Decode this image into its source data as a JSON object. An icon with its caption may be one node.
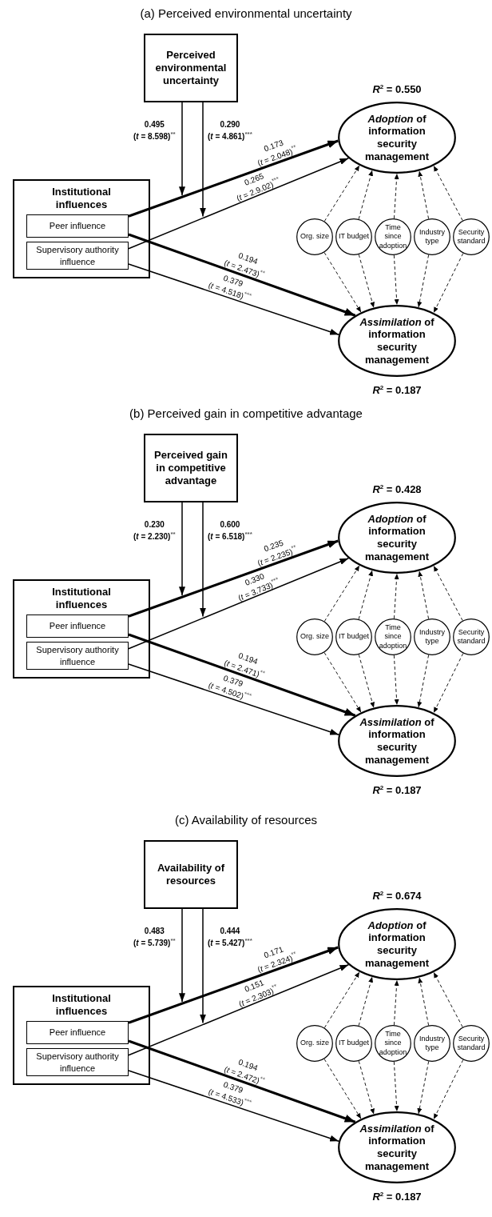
{
  "diagram": {
    "nodes": [
      {
        "text": [
          "Perceived environmental uncertainty"
        ]
      },
      {
        "text": [
          "Institutional influences"
        ]
      },
      {
        "text": [
          "Peer influence"
        ],
        "in": 1
      },
      {
        "text": [
          "Supervisory authority influence"
        ],
        "in": 1
      },
      {
        "text": [
          "*Adoption* of information security management"
        ],
        "beside": [
          "*R*$^{2}$ = 0.550"
        ]
      },
      {
        "text": [
          "Org. size"
        ]
      },
      {
        "text": [
          "IT budget"
        ]
      },
      {
        "text": [
          "Time since adoption"
        ]
      },
      {
        "text": [
          "Industry type"
        ]
      },
      {
        "text": [
          "Security standard"
        ]
      },
      {
        "text": [
          "*Assimilation* of information security management"
        ],
        "beside": [
          "*R*$^{2}$ = 0.187"
        ]
      },
      {
        "text": [
          "Perceived gain in competitive advantage"
        ]
      },
      {
        "text": [
          "Institutional influences"
        ]
      },
      {
        "text": [
          "Peer influence"
        ],
        "in": 12
      },
      {
        "text": [
          "Supervisory authority influence"
        ],
        "in": 12
      },
      {
        "text": [
          "*Adoption* of information security management"
        ],
        "beside": [
          "*R*$^{2}$ = 0.428"
        ]
      },
      {
        "text": [
          "Org. size"
        ]
      },
      {
        "text": [
          "IT budget"
        ]
      },
      {
        "text": [
          "Time since adoption"
        ]
      },
      {
        "text": [
          "Industry type"
        ]
      },
      {
        "text": [
          "Security standard"
        ]
      },
      {
        "text": [
          "*Assimilation* of information security management"
        ],
        "beside": [
          "*R*$^{2}$ = 0.187"
        ]
      },
      {
        "text": [
          "Availability of resources"
        ]
      },
      {
        "text": [
          "Institutional influences"
        ]
      },
      {
        "text": [
          "Peer influence"
        ],
        "in": 23
      },
      {
        "text": [
          "Supervisory authority influence"
        ],
        "in": 23
      },
      {
        "text": [
          "*Adoption* of information security management"
        ],
        "beside": [
          "*R*$^{2}$ = 0.674"
        ]
      },
      {
        "text": [
          "Org. size"
        ]
      },
      {
        "text": [
          "IT budget"
        ]
      },
      {
        "text": [
          "Time since adoption"
        ]
      },
      {
        "text": [
          "Industry type"
        ]
      },
      {
        "text": [
          "Security standard"
        ]
      },
      {
        "text": [
          "*Assimilation* of information security management"
        ],
        "beside": [
          "*R*$^{2}$ = 0.187"
        ]
      }
    ],
    "edges": [
      {
        "from": 0,
        "to": null,
        "arrow": "to",
        "label": "0.495 (*t* = 8.598)$^{**}$"
      },
      {
        "from": 0,
        "to": null,
        "arrow": "to",
        "label": "0.290 (*t* = 4.861)$^{***}$"
      },
      {
        "from": 2,
        "to": 4,
        "arrow": "to",
        "style": "thick",
        "label": "0.173 (*t* = 2.048)$^{**}$"
      },
      {
        "from": 3,
        "to": 4,
        "arrow": "to",
        "label": "0.265 (*t* = 2.9.02)$^{***}$"
      },
      {
        "from": 2,
        "to": 10,
        "arrow": "to",
        "style": "thick",
        "label": "0.194 (*t* = 2.473)$^{**}$"
      },
      {
        "from": 3,
        "to": 10,
        "arrow": "to",
        "label": "0.379 (*t* = 4.518)$^{***}$"
      },
      {
        "from": 5,
        "to": 4,
        "arrow": "to",
        "style": "dashed"
      },
      {
        "from": 6,
        "to": 4,
        "arrow": "to",
        "style": "dashed"
      },
      {
        "from": 7,
        "to": 4,
        "arrow": "to",
        "style": "dashed"
      },
      {
        "from": 8,
        "to": 4,
        "arrow": "to",
        "style": "dashed"
      },
      {
        "from": 9,
        "to": 4,
        "arrow": "to",
        "style": "dashed"
      },
      {
        "from": 5,
        "to": 10,
        "arrow": "to",
        "style": "dashed"
      },
      {
        "from": 6,
        "to": 10,
        "arrow": "to",
        "style": "dashed"
      },
      {
        "from": 7,
        "to": 10,
        "arrow": "to",
        "style": "dashed"
      },
      {
        "from": 8,
        "to": 10,
        "arrow": "to",
        "style": "dashed"
      },
      {
        "from": 9,
        "to": 10,
        "arrow": "to",
        "style": "dashed"
      },
      {
        "from": 11,
        "to": null,
        "arrow": "to",
        "label": "0.230 (*t* = 2.230)$^{**}$"
      },
      {
        "from": 11,
        "to": null,
        "arrow": "to",
        "label": "0.600 (*t* = 6.518)$^{***}$"
      },
      {
        "from": 13,
        "to": 15,
        "arrow": "to",
        "style": "thick",
        "label": "0.235 (*t* = 2.235)$^{**}$"
      },
      {
        "from": 14,
        "to": 15,
        "arrow": "to",
        "label": "0.330 (*t* = 3.733)$^{***}$"
      },
      {
        "from": 13,
        "to": 21,
        "arrow": "to",
        "style": "thick",
        "label": "0.194 (*t* = 2.471)$^{**}$"
      },
      {
        "from": 14,
        "to": 21,
        "arrow": "to",
        "label": "0.379 (*t* = 4.502)$^{***}$"
      },
      {
        "from": 16,
        "to": 15,
        "arrow": "to",
        "style": "dashed"
      },
      {
        "from": 17,
        "to": 15,
        "arrow": "to",
        "style": "dashed"
      },
      {
        "from": 18,
        "to": 15,
        "arrow": "to",
        "style": "dashed"
      },
      {
        "from": 19,
        "to": 15,
        "arrow": "to",
        "style": "dashed"
      },
      {
        "from": 20,
        "to": 15,
        "arrow": "to",
        "style": "dashed"
      },
      {
        "from": 16,
        "to": 21,
        "arrow": "to",
        "style": "dashed"
      },
      {
        "from": 17,
        "to": 21,
        "arrow": "to",
        "style": "dashed"
      },
      {
        "from": 18,
        "to": 21,
        "arrow": "to",
        "style": "dashed"
      },
      {
        "from": 19,
        "to": 21,
        "arrow": "to",
        "style": "dashed"
      },
      {
        "from": 20,
        "to": 21,
        "arrow": "to",
        "style": "dashed"
      },
      {
        "from": 22,
        "to": null,
        "arrow": "to",
        "label": "0.483 (*t* = 5.739)$^{**}$"
      },
      {
        "from": 22,
        "to": null,
        "arrow": "to",
        "label": "0.444 (*t* = 5.427)$^{***}$"
      },
      {
        "from": 24,
        "to": 26,
        "arrow": "to",
        "style": "thick",
        "label": "0.171 (*t* = 2.324)$^{**}$"
      },
      {
        "from": 25,
        "to": 26,
        "arrow": "to",
        "label": "0.151 (*t* = 2.303)$^{**}$"
      },
      {
        "from": 24,
        "to": 32,
        "arrow": "to",
        "style": "thick",
        "label": "0.194 (*t* = 2.472)$^{**}$"
      },
      {
        "from": 25,
        "to": 32,
        "arrow": "to",
        "label": "0.379 (*t* = 4.533)$^{***}$"
      },
      {
        "from": 27,
        "to": 26,
        "arrow": "to",
        "style": "dashed"
      },
      {
        "from": 28,
        "to": 26,
        "arrow": "to",
        "style": "dashed"
      },
      {
        "from": 29,
        "to": 26,
        "arrow": "to",
        "style": "dashed"
      },
      {
        "from": 30,
        "to": 26,
        "arrow": "to",
        "style": "dashed"
      },
      {
        "from": 31,
        "to": 26,
        "arrow": "to",
        "style": "dashed"
      },
      {
        "from": 27,
        "to": 32,
        "arrow": "to",
        "style": "dashed"
      },
      {
        "from": 28,
        "to": 32,
        "arrow": "to",
        "style": "dashed"
      },
      {
        "from": 29,
        "to": 32,
        "arrow": "to",
        "style": "dashed"
      },
      {
        "from": 30,
        "to": 32,
        "arrow": "to",
        "style": "dashed"
      },
      {
        "from": 31,
        "to": 32,
        "arrow": "to",
        "style": "dashed"
      }
    ],
    "labels": [
      "(a) Perceived environmental uncertainty",
      "(b) Perceived gain in competitive advantage",
      "(c) Availability of resources"
    ]
  }
}
